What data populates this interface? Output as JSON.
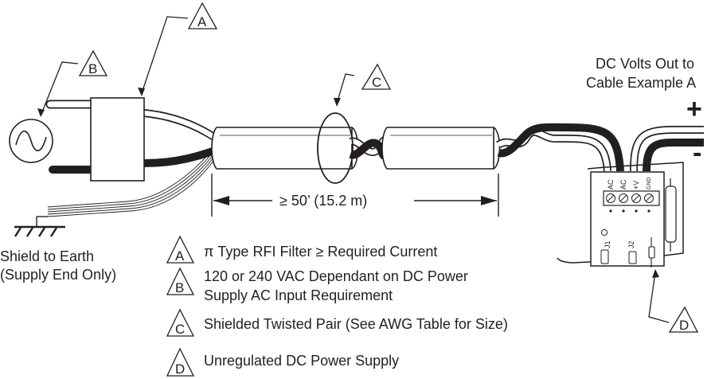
{
  "callouts": [
    {
      "letter": "A",
      "text": "π Type RFI Filter ≥ Required Current"
    },
    {
      "letter": "B",
      "text": "120 or 240 VAC Dependant on DC Power Supply AC Input Requirement",
      "lines": [
        "120 or 240 VAC Dependant on DC Power",
        "Supply AC Input Requirement"
      ]
    },
    {
      "letter": "C",
      "text": "Shielded Twisted Pair (See AWG Table for Size)"
    },
    {
      "letter": "D",
      "text": "Unregulated DC Power Supply"
    }
  ],
  "labels": {
    "dc_out_line1": "DC Volts Out to",
    "dc_out_line2": "Cable Example A",
    "plus": "+",
    "minus": "-",
    "distance": "≥ 50’ (15.2 m)",
    "shield_line1": "Shield to Earth",
    "shield_line2": "(Supply End Only)"
  },
  "terminals": [
    "AC",
    "AC",
    "+V",
    "GND"
  ],
  "jumpers": [
    "J1",
    "J2"
  ],
  "colors": {
    "ink": "#231f20",
    "paper": "#ffffff"
  }
}
